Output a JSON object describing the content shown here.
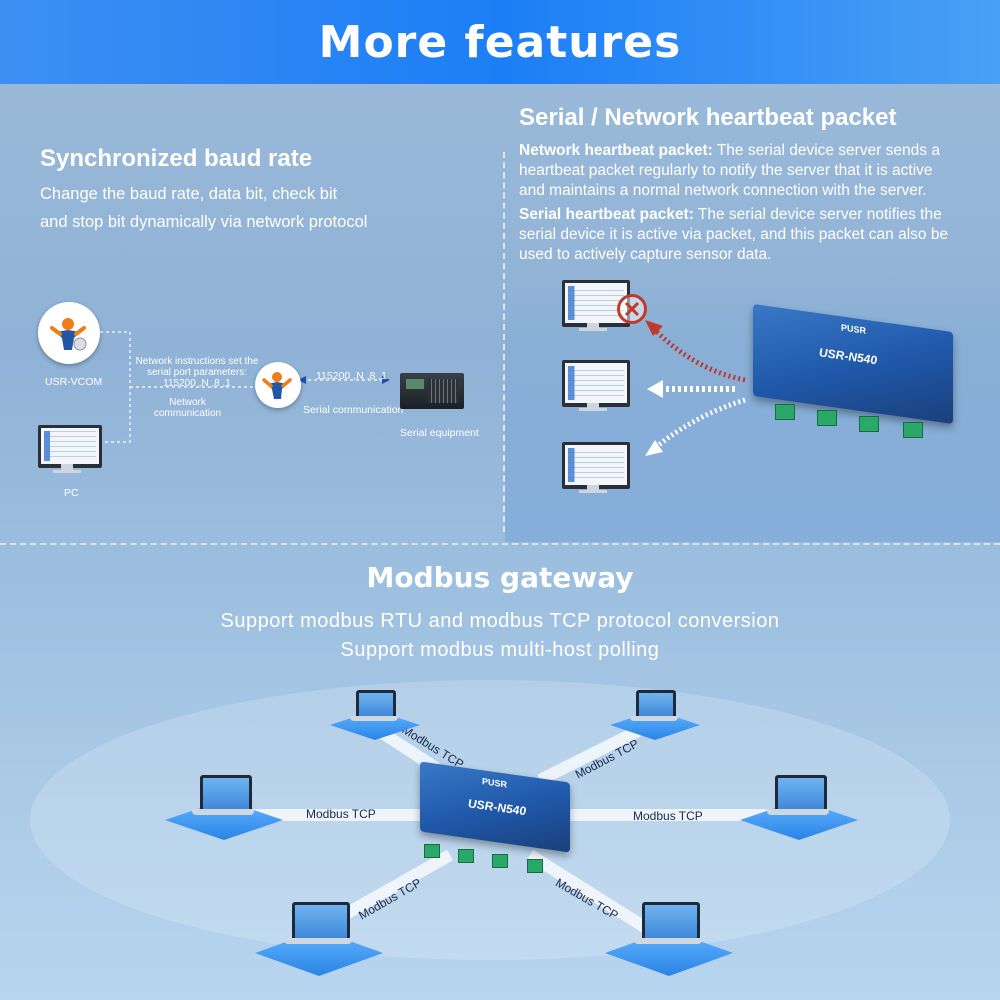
{
  "banner": {
    "title": "More features"
  },
  "sync": {
    "title": "Synchronized baud rate",
    "line1": "Change the baud rate, data bit, check bit",
    "line2": "and stop bit dynamically via network protocol",
    "labels": {
      "vcom": "USR-VCOM",
      "pc": "PC",
      "instr1": "Network instructions set the",
      "instr2": "serial port parameters:",
      "instr3": "115200 ,N ,8 ,1",
      "net1": "Network",
      "net2": "communication",
      "baud": "115200 ,N ,8 ,1",
      "serial_comm": "Serial communication",
      "serial_eq": "Serial equipment"
    }
  },
  "heartbeat": {
    "title": "Serial / Network heartbeat packet",
    "net_label": "Network heartbeat packet:",
    "net_text": " The serial device server sends a heartbeat packet regularly to notify the server that it is active and maintains a normal network connection with the server.",
    "ser_label": "Serial heartbeat packet:",
    "ser_text": " The serial device server notifies the serial device it is active via packet, and this packet can also be used to actively capture sensor data.",
    "device_brand": "PUSR",
    "device_model": "USR-N540"
  },
  "modbus": {
    "title": "Modbus gateway",
    "line1": "Support modbus RTU and modbus TCP protocol conversion",
    "line2": "Support modbus multi-host polling",
    "link_label": "Modbus TCP",
    "device_brand": "PUSR",
    "device_model": "USR-N540"
  }
}
